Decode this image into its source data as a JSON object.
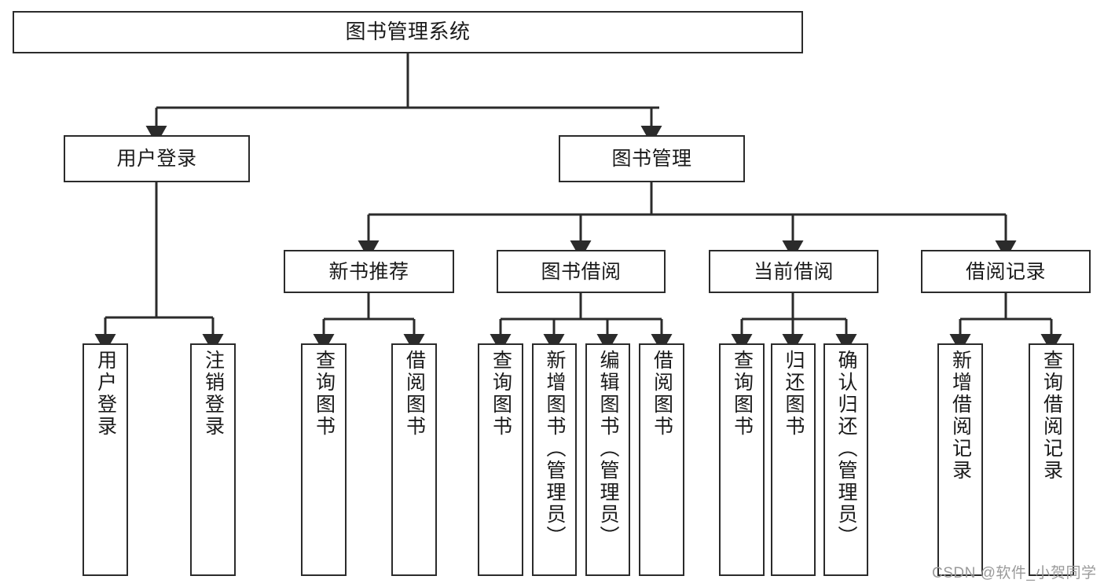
{
  "diagram": {
    "title": "图书管理系统",
    "root": {
      "label": "图书管理系统"
    },
    "level2": [
      {
        "label": "用户登录"
      },
      {
        "label": "图书管理"
      }
    ],
    "level3": [
      {
        "label": "新书推荐"
      },
      {
        "label": "图书借阅"
      },
      {
        "label": "当前借阅"
      },
      {
        "label": "借阅记录"
      }
    ],
    "leaves": {
      "user_login": [
        {
          "label": "用户登录"
        },
        {
          "label": "注销登录"
        }
      ],
      "new_book": [
        {
          "label": "查询图书"
        },
        {
          "label": "借阅图书"
        }
      ],
      "borrow": [
        {
          "label": "查询图书"
        },
        {
          "label": "新增图书（管理员）"
        },
        {
          "label": "编辑图书（管理员）"
        },
        {
          "label": "借阅图书"
        }
      ],
      "current": [
        {
          "label": "查询图书"
        },
        {
          "label": "归还图书"
        },
        {
          "label": "确认归还（管理员）"
        }
      ],
      "records": [
        {
          "label": "新增借阅记录"
        },
        {
          "label": "查询借阅记录"
        }
      ]
    }
  },
  "watermark": "CSDN @软件_小贺同学",
  "colors": {
    "stroke": "#2b2b2b",
    "background": "#ffffff",
    "text": "#1a1a1a",
    "watermark": "#9a9a9a"
  }
}
